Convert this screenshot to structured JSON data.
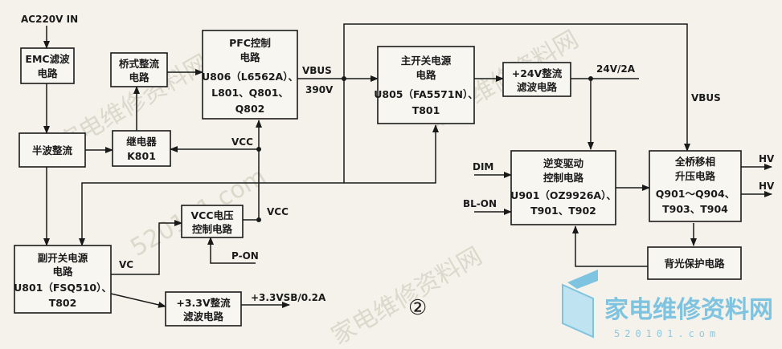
{
  "blocks": {
    "emc": [
      "EMC滤波",
      "电路"
    ],
    "bridge": [
      "桥式整流",
      "电路"
    ],
    "pfc": [
      "PFC控制",
      "电路",
      "U806（L6562A）、",
      "L801、Q801、",
      "Q802"
    ],
    "halfwave": [
      "半波整流"
    ],
    "relay": [
      "继电器",
      "K801"
    ],
    "vcc_ctrl": [
      "VCC电压",
      "控制电路"
    ],
    "aux_psu": [
      "副开关电源",
      "电路",
      "U801（FSQ510）、",
      "T802"
    ],
    "v33_filter": [
      "+3.3V整流",
      "滤波电路"
    ],
    "main_psu": [
      "主开关电源",
      "电路",
      "U805（FA5571N）、",
      "T801"
    ],
    "v24_filter": [
      "+24V整流",
      "滤波电路"
    ],
    "inverter": [
      "逆变驱动",
      "控制电路",
      "U901（OZ9926A）、",
      "T901、T902"
    ],
    "bridge_boost": [
      "全桥移相",
      "升压电路",
      "Q901～Q904、",
      "T903、T904"
    ],
    "backlight_prot": [
      "背光保护电路"
    ]
  },
  "labels": {
    "ac_in": "AC220V  IN",
    "vbus": "VBUS",
    "v390": "390V",
    "vcc_relay": "VCC",
    "vcc_ctrl": "VCC",
    "vc": "VC",
    "p_on": "P-ON",
    "v33_out": "+3.3VSB/0.2A",
    "v24_out": "24V/2A",
    "vbus_right": "VBUS",
    "dim": "DIM",
    "bl_on": "BL-ON",
    "hv1": "HV",
    "hv2": "HV",
    "figure_number": "②"
  },
  "watermark": {
    "site_name": "家电维修资料网",
    "site_url": "520101.com"
  },
  "colors": {
    "ink": "#1a1a1a",
    "paper": "#f4f2ea",
    "logo": "#7ec3e0"
  }
}
